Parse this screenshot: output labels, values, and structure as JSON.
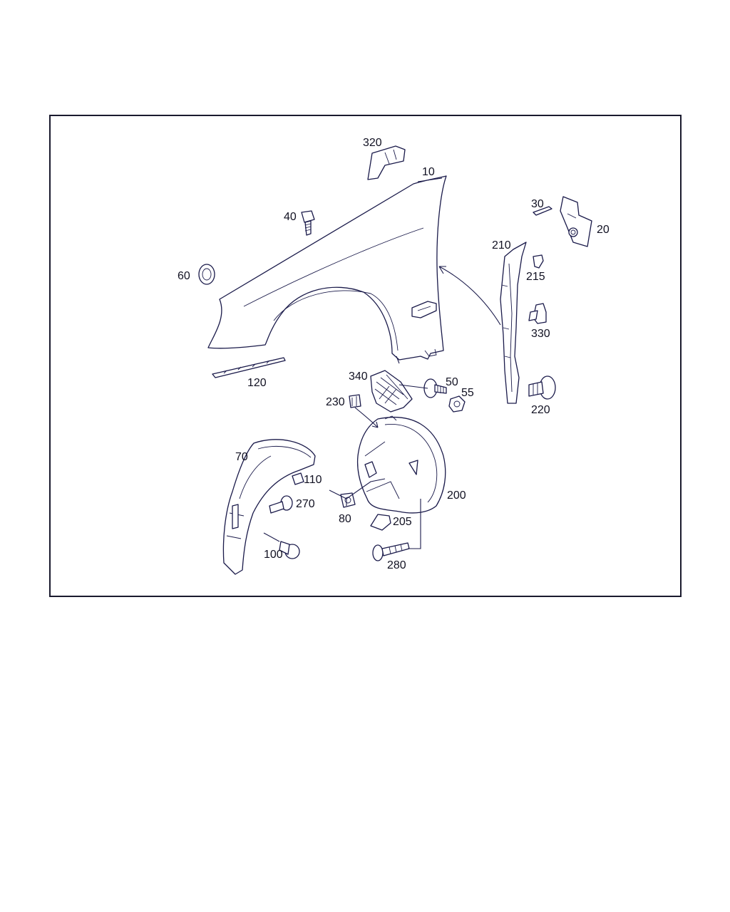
{
  "callouts": {
    "p10": "10",
    "p20": "20",
    "p30": "30",
    "p40": "40",
    "p50": "50",
    "p55": "55",
    "p60": "60",
    "p70": "70",
    "p80": "80",
    "p100": "100",
    "p110": "110",
    "p120": "120",
    "p200": "200",
    "p205": "205",
    "p210": "210",
    "p215": "215",
    "p220": "220",
    "p230": "230",
    "p270": "270",
    "p280": "280",
    "p320": "320",
    "p330": "330",
    "p340": "340"
  }
}
